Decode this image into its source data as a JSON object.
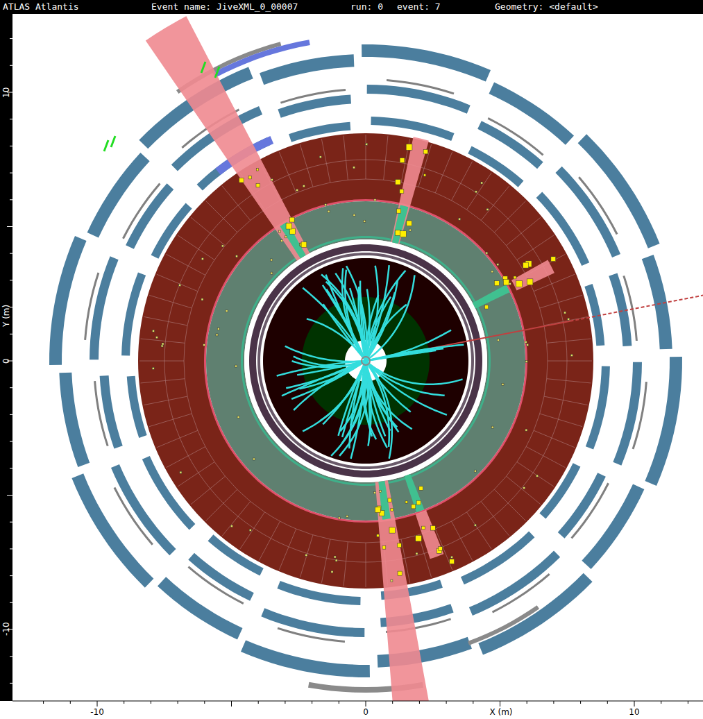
{
  "diagram": {
    "title": "ATLAS Atlantis",
    "labels": [
      "Event name: JiveXML_0_00007",
      "run: 0",
      "event: 7",
      "Geometry: <default>",
      "10",
      "Y (m)",
      "0",
      "-10",
      "-10",
      "0",
      "X (m)",
      "10"
    ]
  }
}
